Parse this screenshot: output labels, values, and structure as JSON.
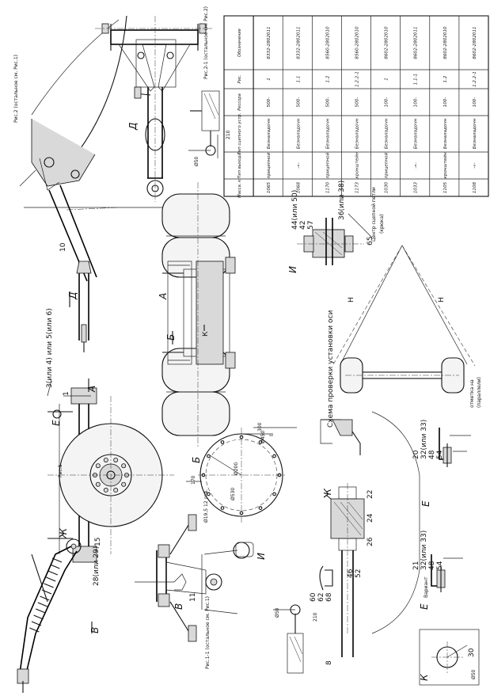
{
  "views": {
    "view_b_arrow": "В",
    "view_a_arrow": "А",
    "view_b6_arrow": "Б",
    "view_d_arrow": "Д",
    "label_a": "А",
    "label_b": "Б",
    "label_v": "В",
    "label_d": "Д",
    "label_i": "И",
    "label_zh": "Ж",
    "label_zh2": "Ж",
    "label_e1": "Е",
    "label_e2": "Е",
    "label_e3": "Е",
    "label_k1": "К",
    "label_k2": "К",
    "label_e3_sub": "Вариант"
  },
  "captions": {
    "ris1": "Рис.1",
    "ris2": "Рис.2 (остальное см. Рис.1)",
    "ris2_1": "Рис.2-1 (остальное см. Рис.2)",
    "ris1_1": "Рис.1-1 (остальное см. Рис.1)",
    "axle_scheme": "Схема проверки установки оси",
    "axle_center": "Центр сцепной петли",
    "axle_center2": "(крюка)",
    "axle_mark": "отметка на",
    "axle_mark2": "(параллели)"
  },
  "callouts": {
    "c_top": "3(или 4) или 5(или 6)",
    "c1": "1",
    "c15": "15",
    "c28": "28(или 29)",
    "c10": "10",
    "c11": "11",
    "c8": "8",
    "c22": "22",
    "c24": "24",
    "c26": "26",
    "c46": "46",
    "c52": "52",
    "c60": "60",
    "c62": "62",
    "c68": "68",
    "c36": "36(или 38)",
    "c65": "65",
    "c44": "44(или 50)",
    "c42": "42",
    "c57": "57",
    "c20": "20",
    "c32": "32(или 33)",
    "c48": "48",
    "c54": "54",
    "c21": "21",
    "c32b": "32(или 33)",
    "c48b": "48",
    "c54b": "54",
    "c30": "30"
  },
  "dims": {
    "d_450": "Ø450",
    "d_300": "300",
    "d_200": "Ø200",
    "d_170": "170",
    "d_holes": "Ø19,5 12 отв.",
    "d_530": "Ø530",
    "d_210": "210",
    "d_50": "Ø50",
    "d_210b": "210",
    "d_50b": "Ø50",
    "d_50c": "Ø50"
  },
  "table": {
    "headers": [
      "Обозначение",
      "Рис.",
      "Рессора",
      "Тип сцепного устр.",
      "Тип выхода",
      "Масса, кг"
    ],
    "rows": [
      [
        "8332-2802011",
        "1",
        "500-",
        "Безналадочн",
        "прицепной",
        "1065"
      ],
      [
        "8332-2802011",
        "1.1",
        "500-",
        "Безналадочн",
        "-«-",
        "1068"
      ],
      [
        "8560-2802010",
        "1.2",
        "500-",
        "Безналадочн",
        "прицепной",
        "1170"
      ],
      [
        "8560-2802010",
        "1.2.2-1",
        "500-",
        "Безналадочн",
        "кронштейн",
        "1173"
      ],
      [
        "8602-2802010",
        "1",
        "100-",
        "Безналадочн",
        "прицепной",
        "1030"
      ],
      [
        "8602-2802011",
        "1.1-1",
        "100-",
        "Безналадочн",
        "-«-",
        "1033"
      ],
      [
        "8602-2802010",
        "1.2",
        "100-",
        "Безналадочн",
        "кронштейн",
        "1105"
      ],
      [
        "8602-2802011",
        "1.2.2-1",
        "100-",
        "Безналадочн",
        "-«-",
        "1108"
      ]
    ]
  }
}
